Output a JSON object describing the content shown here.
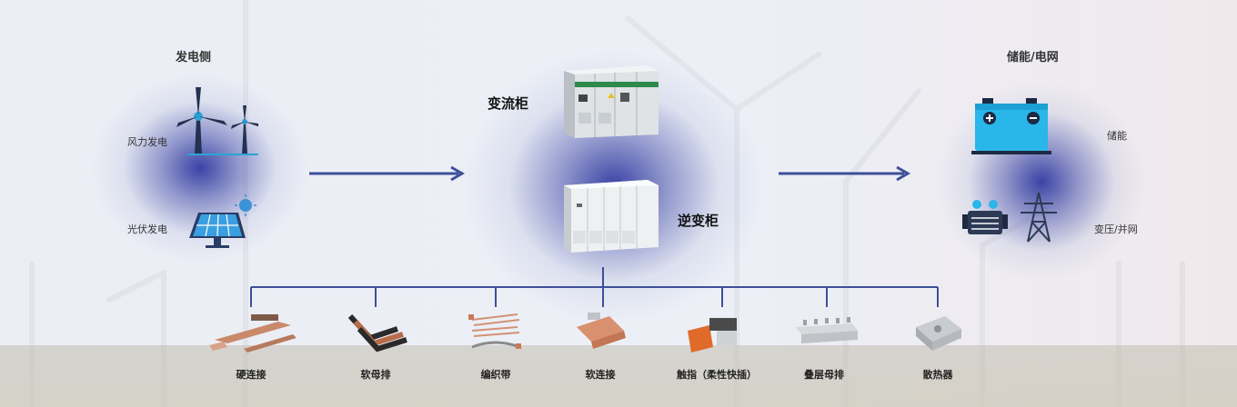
{
  "generation": {
    "title": "发电侧",
    "wind": "风力发电",
    "solar": "光伏发电"
  },
  "center": {
    "converter": "变流柜",
    "inverter": "逆变柜"
  },
  "grid": {
    "title": "储能/电网",
    "storage": "储能",
    "transform": "变压/并网"
  },
  "components": [
    {
      "label": "硬连接",
      "icon": "rigid-busbar-icon"
    },
    {
      "label": "软母排",
      "icon": "flexible-busbar-icon"
    },
    {
      "label": "编织带",
      "icon": "braided-strap-icon"
    },
    {
      "label": "软连接",
      "icon": "flexible-connector-icon"
    },
    {
      "label": "触指（柔性快插）",
      "icon": "contact-finger-icon"
    },
    {
      "label": "叠层母排",
      "icon": "laminated-busbar-icon"
    },
    {
      "label": "散热器",
      "icon": "heatsink-icon"
    }
  ],
  "colors": {
    "line": "#3d4f99",
    "battery": "#29b6e8",
    "accent": "#23305e"
  }
}
